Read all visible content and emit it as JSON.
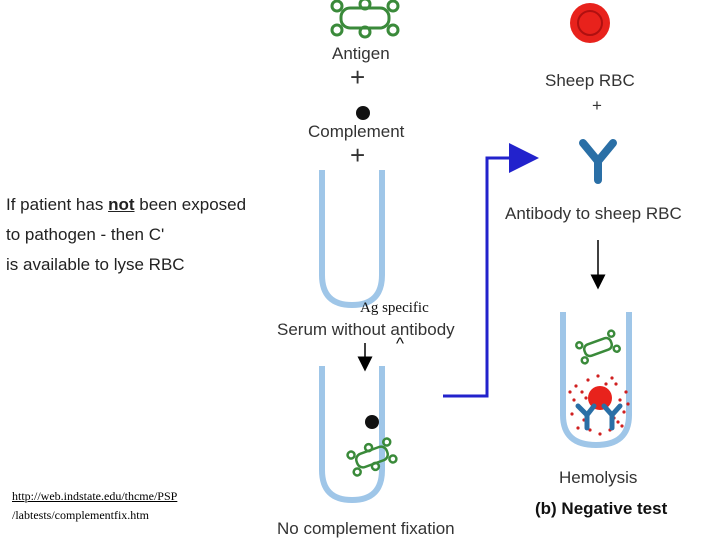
{
  "labels": {
    "antigen": "Antigen",
    "plus": "+",
    "complement": "Complement",
    "sheep_rbc": "Sheep RBC",
    "sheep_plus": "+",
    "antibody_to_sheep_rbc": "Antibody to sheep RBC",
    "ag_specific": "Ag specific",
    "serum_without_antibody": "Serum without antibody",
    "caret": "^",
    "hemolysis": "Hemolysis",
    "negative_test": "(b) Negative test",
    "no_complement_fixation": "No complement fixation"
  },
  "note": {
    "line1_pre": "If patient has ",
    "line1_emph": "not",
    "line1_post": " been exposed",
    "line2": "to pathogen - then C'",
    "line3": "is available to lyse RBC"
  },
  "source": {
    "line1": "http://web.indstate.edu/thcme/PSP",
    "line2": "/labtests/complementfix.htm"
  },
  "colors": {
    "tube": "#9fc6e8",
    "antigen": "#3a8a3a",
    "rbc": "#e8221c",
    "antibody": "#2a6fa6",
    "arrow_blue": "#2222cc",
    "dots": "#d02020"
  }
}
